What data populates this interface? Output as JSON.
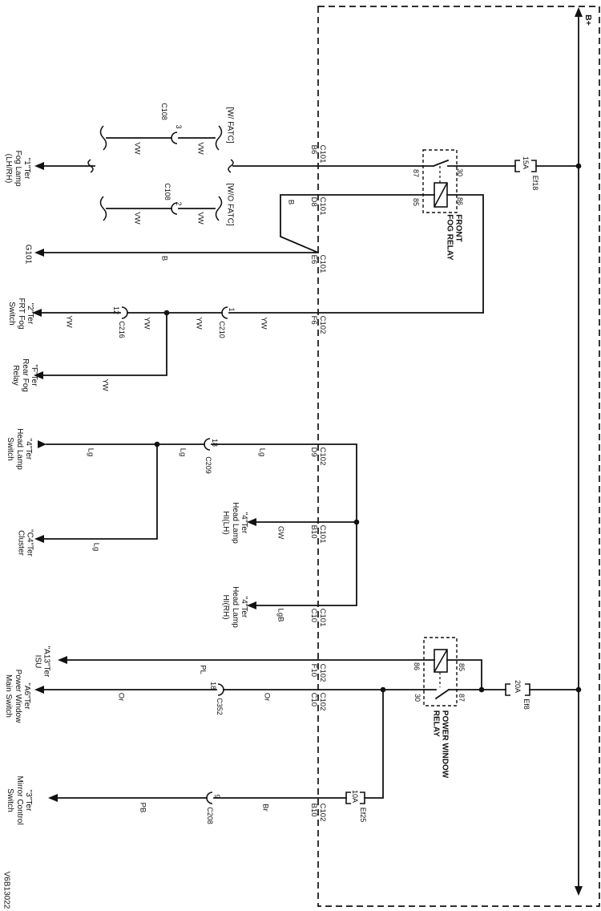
{
  "diagram_id": "V6B13022",
  "bus": {
    "label": "B+"
  },
  "terminals": {
    "fog_lamp": "\"1\"Ter\nFog Lamp\n(LH/RH)",
    "g101": "G101",
    "frt_fog_switch": "\"2\"Ter\nFRT Fog\nSwitch",
    "rear_fog_relay": "\"F\"Ter\nRear Fog\nRelay",
    "head_lamp_switch": "\"4\"Ter\nHead Lamp\nSwitch",
    "cluster": "\"C4\"Ter\nCluster",
    "head_lamp_hi_lh": "\"4\"Ter\nHead Lamp\nHI(LH)",
    "head_lamp_hi_rh": "\"4\"Ter\nHead Lamp\nHI(RH)",
    "isu": "\"A13\"Ter\nISU",
    "pw_main_switch": "\"A6\"Ter\nPower Window\nMain Switch",
    "mirror_switch": "\"3\"Ter\nMirror Control\nSwitch"
  },
  "relays": {
    "front_fog": {
      "name": "FRONT\nFOG RELAY",
      "pin_30": "30",
      "pin_87": "87",
      "pin_85": "85",
      "pin_86": "86"
    },
    "power_window": {
      "name": "POWER WINDOW\nRELAY",
      "pin_30": "30",
      "pin_87": "87",
      "pin_85": "85",
      "pin_86": "86"
    }
  },
  "fuses": {
    "ef18": {
      "name": "Ef18",
      "rating": "15A"
    },
    "ef8": {
      "name": "Ef8",
      "rating": "20A"
    },
    "ef25": {
      "name": "Ef25",
      "rating": "10A"
    }
  },
  "crossings": {
    "b6": "C101\nB6",
    "d8": "C101\nD8",
    "e6": "C101\nE6",
    "f6": "C102\nF6",
    "d9": "C102\nD9",
    "b10_lh": "C101\nB10",
    "c10_rh": "C101\nC10",
    "f10": "C102\nF10",
    "c10_pw": "C102\nC10",
    "b10_mirror": "C102\nB10"
  },
  "connectors": {
    "c108_3": {
      "name": "C108",
      "pin": "3"
    },
    "c108_2": {
      "name": "C108",
      "pin": "2"
    },
    "c216": {
      "name": "C216",
      "pin": "12"
    },
    "c210": {
      "name": "C210",
      "pin": "1"
    },
    "c209": {
      "name": "C209",
      "pin": "18"
    },
    "c352": {
      "name": "C352",
      "pin": "18"
    },
    "c208": {
      "name": "C208",
      "pin": "9"
    }
  },
  "wires": {
    "vw": "VW",
    "yw": "YW",
    "b": "B",
    "lg": "Lg",
    "gw": "GW",
    "lgb": "LgB",
    "pl": "PL",
    "or": "Or",
    "pb": "PB",
    "br": "Br"
  },
  "options": {
    "w_fatc": "[W/ FATC]",
    "wo_fatc": "[W/O FATC]"
  }
}
